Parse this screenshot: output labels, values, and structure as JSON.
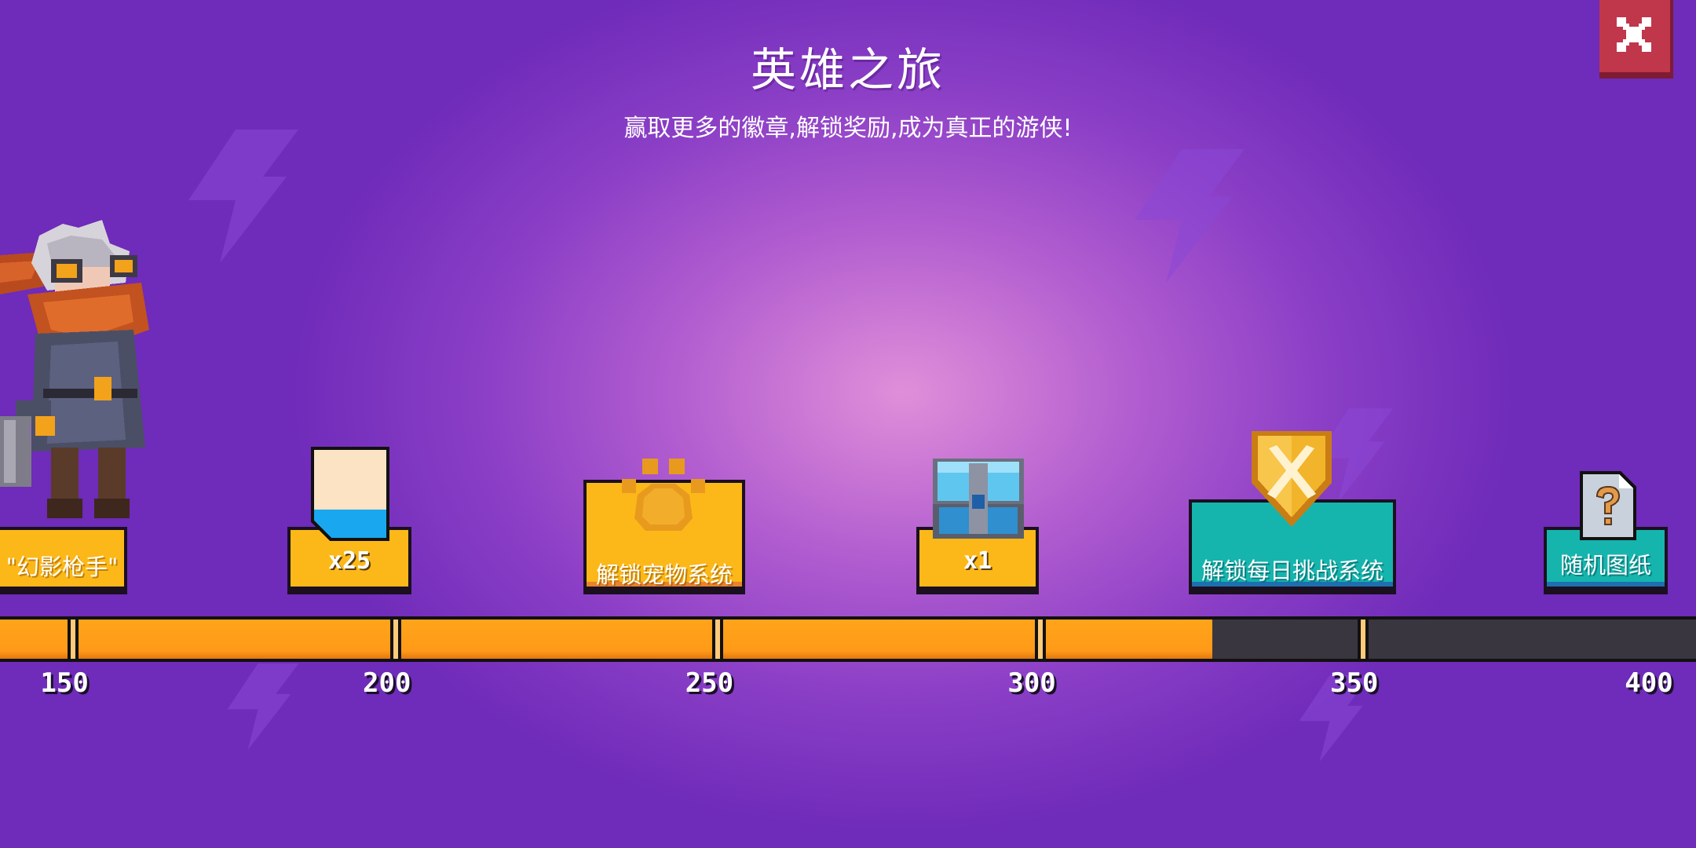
{
  "header": {
    "title": "英雄之旅",
    "subtitle": "赢取更多的徽章,解锁奖励,成为真正的游侠!"
  },
  "close_button": {
    "icon": "close-icon"
  },
  "hero": {
    "icon": "gunslinger-hero-sprite"
  },
  "rewards": [
    {
      "label": "\"幻影枪手\"",
      "icon": "gunslinger-hero-sprite",
      "style": "yellow"
    },
    {
      "label": "x25",
      "icon": "blueprint-card-icon",
      "style": "yellow"
    },
    {
      "label": "解锁宠物系统",
      "icon": "paw-icon",
      "style": "yellow"
    },
    {
      "label": "x1",
      "icon": "treasure-chest-icon",
      "style": "yellow"
    },
    {
      "label": "解锁每日挑战系统",
      "icon": "crossed-swords-shield-icon",
      "style": "teal"
    },
    {
      "label": "随机图纸",
      "icon": "mystery-blueprint-icon",
      "style": "teal"
    }
  ],
  "progress": {
    "min": 140,
    "max": 403,
    "current": 328,
    "ticks": [
      "150",
      "200",
      "250",
      "300",
      "350",
      "400"
    ]
  },
  "colors": {
    "background": "#8a3ec6",
    "progress_fill": "#ff9a18",
    "progress_empty": "#3a3640",
    "card_yellow": "#fcb818",
    "card_teal": "#15b5ad",
    "close_button": "#c0364b"
  }
}
